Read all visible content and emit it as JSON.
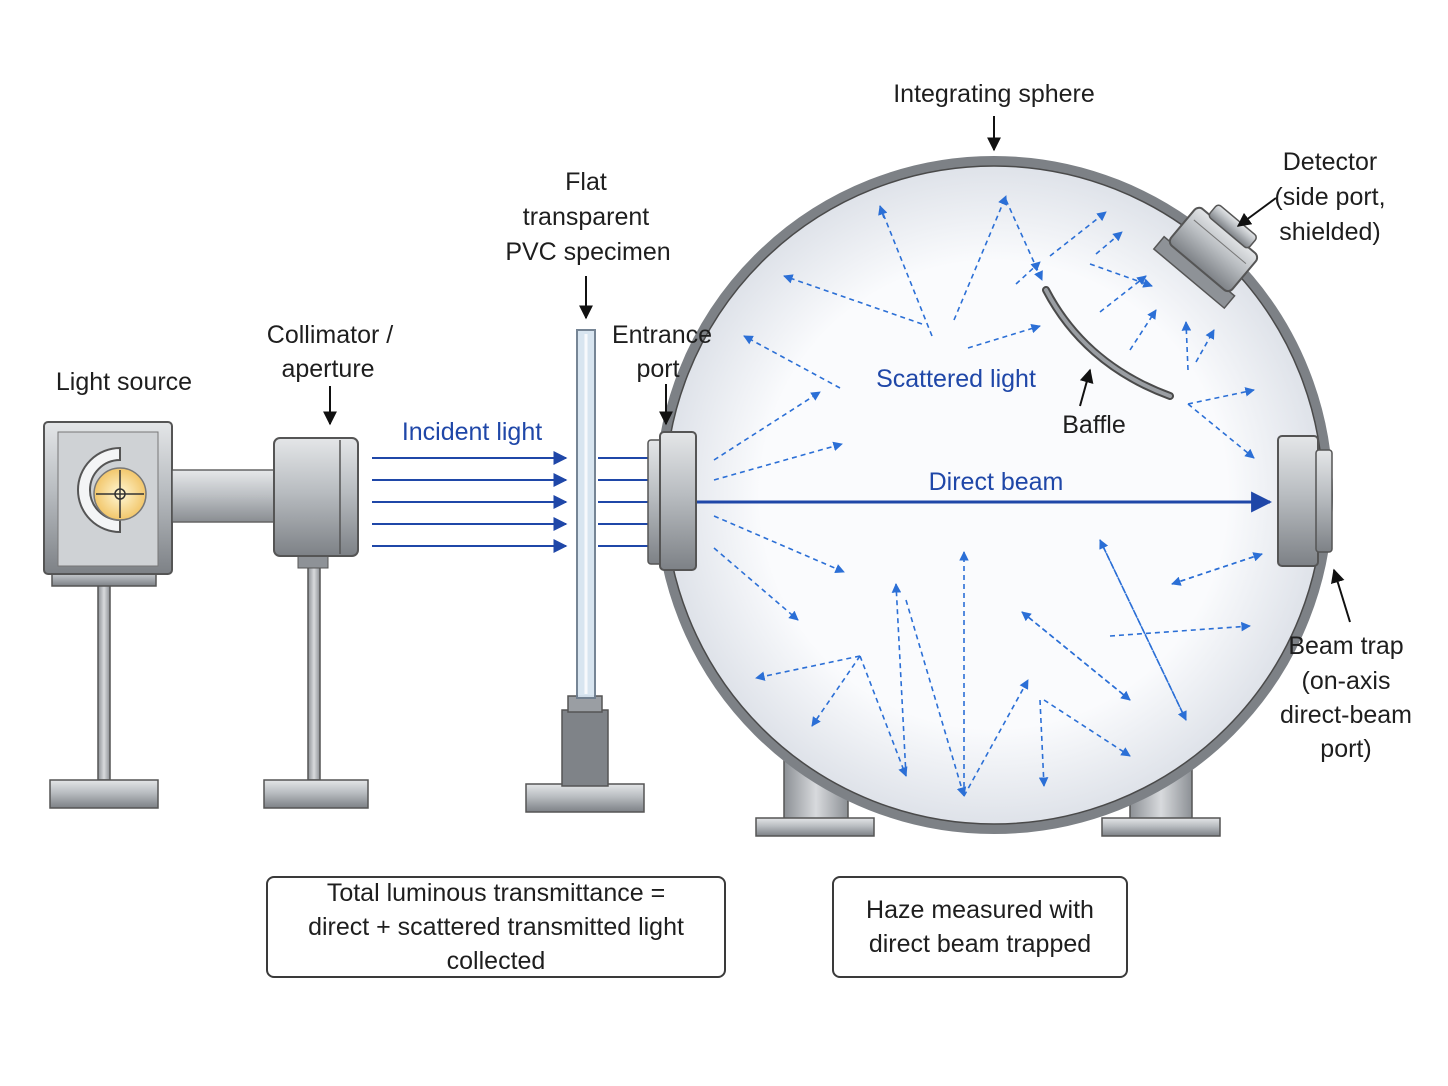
{
  "labels": {
    "integrating_sphere": "Integrating sphere",
    "detector": [
      "Detector",
      "(side port,",
      "shielded)"
    ],
    "specimen": [
      "Flat",
      "transparent",
      "PVC specimen"
    ],
    "collimator": [
      "Collimator /",
      "aperture"
    ],
    "entrance_port": [
      "Entrance",
      "port"
    ],
    "light_source": "Light source",
    "incident_light": "Incident light",
    "scattered_light": "Scattered light",
    "baffle": "Baffle",
    "direct_beam": "Direct beam",
    "beam_trap": [
      "Beam trap",
      "(on-axis",
      "direct-beam",
      "port)"
    ]
  },
  "notes": {
    "transmittance": [
      "Total luminous transmittance =",
      "direct + scattered transmitted light collected"
    ],
    "haze": [
      "Haze measured with",
      "direct beam trapped"
    ]
  },
  "colors": {
    "beam": "#1f47a8",
    "scatter": "#2b6fd6",
    "metal": "#9a9ea3",
    "outline": "#4a4a4a",
    "sphere_fill": "#f1f3f7"
  }
}
